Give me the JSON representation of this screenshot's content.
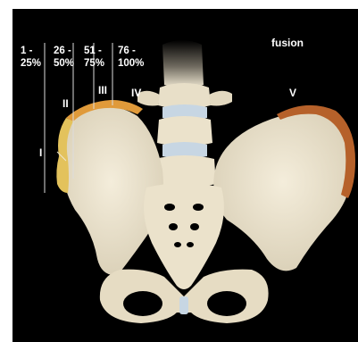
{
  "figure": {
    "subject": "pelvis-iliac-crest-apophysis",
    "colors": {
      "background": "#000000",
      "bone": "#efe7d2",
      "cartilage": "#c7d6e3",
      "stage_I": "#e3c25c",
      "stage_II_III": "#e09a3a",
      "stage_V": "#b6612a",
      "guide_line": "#dcdcdc"
    }
  },
  "ranges": [
    {
      "top": "1 -",
      "bottom": "25%"
    },
    {
      "top": "26 -",
      "bottom": "50%"
    },
    {
      "top": "51 -",
      "bottom": "75%"
    },
    {
      "top": "76 -",
      "bottom": "100%"
    }
  ],
  "stages": {
    "I": "I",
    "II": "II",
    "III": "III",
    "IV": "IV",
    "V": "V"
  },
  "fusion_label": "fusion"
}
